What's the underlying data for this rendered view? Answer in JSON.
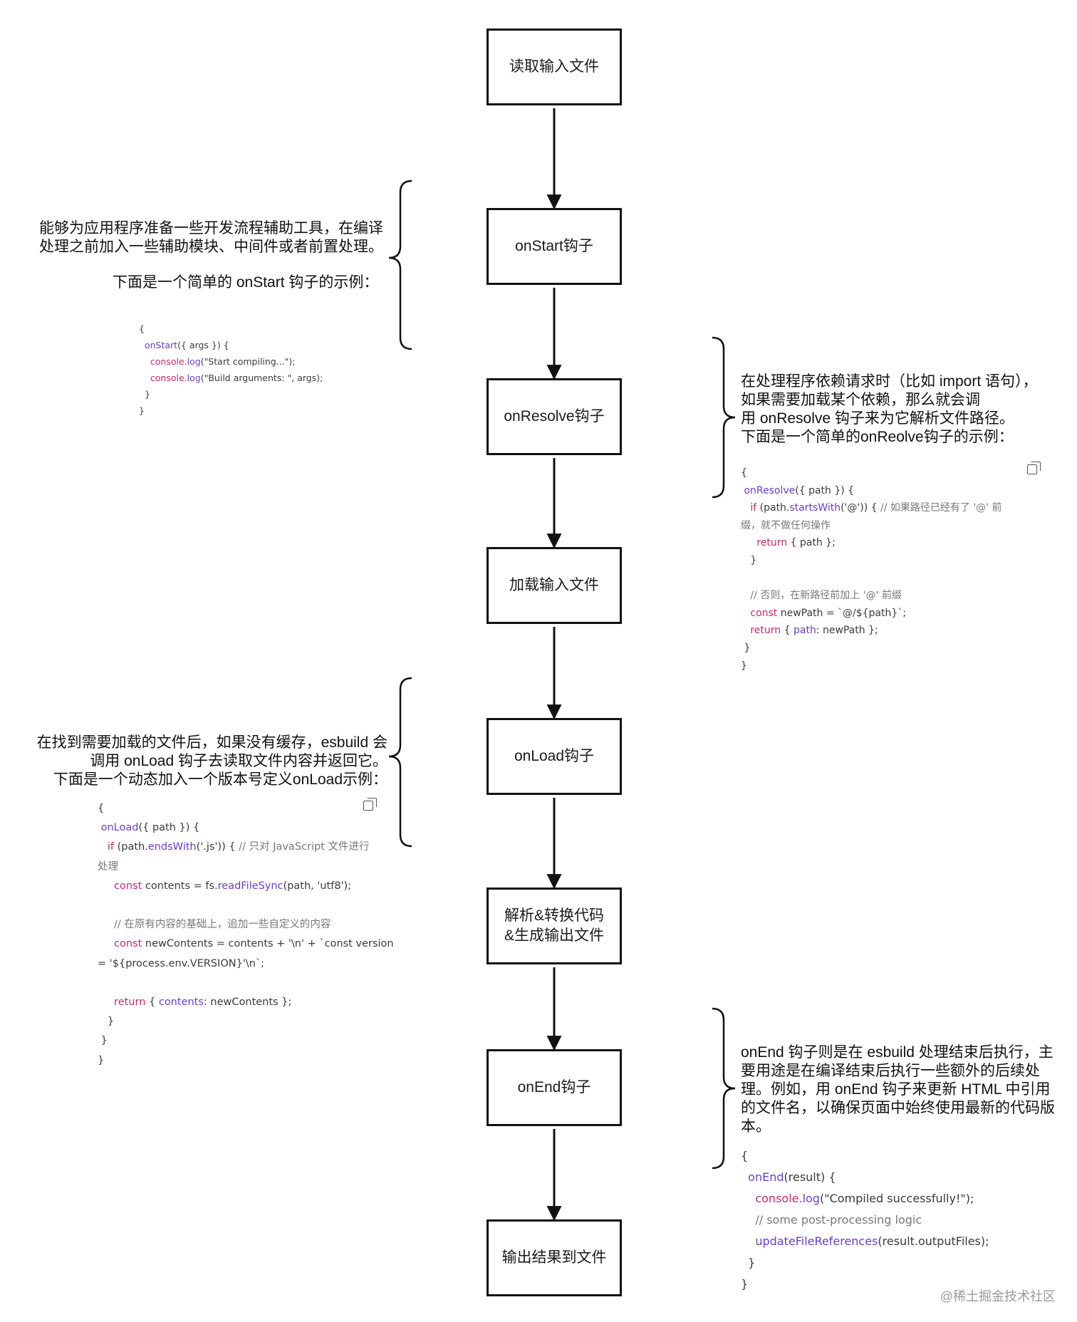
{
  "flow": [
    {
      "id": "read-input",
      "label": "读取输入文件"
    },
    {
      "id": "on-start",
      "label": "onStart钩子"
    },
    {
      "id": "on-resolve",
      "label": "onResolve钩子"
    },
    {
      "id": "load-input",
      "label": "加载输入文件"
    },
    {
      "id": "on-load",
      "label": "onLoad钩子"
    },
    {
      "id": "parse-transform",
      "label": "解析&转换代码\n&生成输出文件"
    },
    {
      "id": "on-end",
      "label": "onEnd钩子"
    },
    {
      "id": "write-output",
      "label": "输出结果到文件"
    }
  ],
  "notes": {
    "onstart": {
      "text": "能够为应用程序准备一些开发流程辅助工具，在编译\n处理之前加入一些辅助模块、中间件或者前置处理。",
      "subtext": "下面是一个简单的 onStart 钩子的示例：",
      "code": [
        [
          {
            "t": "{"
          }
        ],
        [
          {
            "t": "  "
          },
          {
            "t": "onStart",
            "c": "fn"
          },
          {
            "t": "({ args }) {"
          }
        ],
        [
          {
            "t": "    "
          },
          {
            "t": "console",
            "c": "kw"
          },
          {
            "t": ".log",
            "c": "fn"
          },
          {
            "t": "(\"Start compiling...\");"
          }
        ],
        [
          {
            "t": "    "
          },
          {
            "t": "console",
            "c": "kw"
          },
          {
            "t": ".log",
            "c": "fn"
          },
          {
            "t": "(\"Build arguments: \", args);"
          }
        ],
        [
          {
            "t": "  }"
          }
        ],
        [
          {
            "t": "}"
          }
        ]
      ]
    },
    "onresolve": {
      "text": "在处理程序依赖请求时（比如 import 语句），\n如果需要加载某个依赖，那么就会调\n用 onResolve 钩子来为它解析文件路径。\n下面是一个简单的onReolve钩子的示例：",
      "code": [
        [
          {
            "t": "{"
          }
        ],
        [
          {
            "t": " "
          },
          {
            "t": "onResolve",
            "c": "fn"
          },
          {
            "t": "({ path }) {"
          }
        ],
        [
          {
            "t": "   "
          },
          {
            "t": "if",
            "c": "kw"
          },
          {
            "t": " (path."
          },
          {
            "t": "startsWith",
            "c": "fn"
          },
          {
            "t": "('@')) { "
          },
          {
            "t": "// 如果路径已经有了 '@' 前",
            "c": "cm"
          }
        ],
        [
          {
            "t": "缀，就不做任何操作",
            "c": "cm"
          }
        ],
        [
          {
            "t": "     "
          },
          {
            "t": "return",
            "c": "kw"
          },
          {
            "t": " { path };"
          }
        ],
        [
          {
            "t": "   }"
          }
        ],
        [
          {
            "t": ""
          }
        ],
        [
          {
            "t": "   "
          },
          {
            "t": "// 否则，在新路径前加上 '@' 前缀",
            "c": "cm"
          }
        ],
        [
          {
            "t": "   "
          },
          {
            "t": "const",
            "c": "kw"
          },
          {
            "t": " newPath = `@/${path}`;"
          }
        ],
        [
          {
            "t": "   "
          },
          {
            "t": "return",
            "c": "kw"
          },
          {
            "t": " { "
          },
          {
            "t": "path",
            "c": "fn"
          },
          {
            "t": ": newPath };"
          }
        ],
        [
          {
            "t": " }"
          }
        ],
        [
          {
            "t": "}"
          }
        ]
      ]
    },
    "onload": {
      "text": "在找到需要加载的文件后，如果没有缓存，esbuild 会\n调用 onLoad 钩子去读取文件内容并返回它。\n下面是一个动态加入一个版本号定义onLoad示例：",
      "code": [
        [
          {
            "t": "{"
          }
        ],
        [
          {
            "t": " "
          },
          {
            "t": "onLoad",
            "c": "fn"
          },
          {
            "t": "({ path }) {"
          }
        ],
        [
          {
            "t": "   "
          },
          {
            "t": "if",
            "c": "kw"
          },
          {
            "t": " (path."
          },
          {
            "t": "endsWith",
            "c": "fn"
          },
          {
            "t": "('.js')) { "
          },
          {
            "t": "// 只对 JavaScript 文件进行",
            "c": "cm"
          }
        ],
        [
          {
            "t": "处理",
            "c": "cm"
          }
        ],
        [
          {
            "t": "     "
          },
          {
            "t": "const",
            "c": "kw"
          },
          {
            "t": " contents = fs."
          },
          {
            "t": "readFileSync",
            "c": "fn"
          },
          {
            "t": "(path, 'utf8');"
          }
        ],
        [
          {
            "t": ""
          }
        ],
        [
          {
            "t": "     "
          },
          {
            "t": "// 在原有内容的基础上，追加一些自定义的内容",
            "c": "cm"
          }
        ],
        [
          {
            "t": "     "
          },
          {
            "t": "const",
            "c": "kw"
          },
          {
            "t": " newContents = contents + '\\n' + `const version"
          }
        ],
        [
          {
            "t": "= '${process.env.VERSION}'\\n`;"
          }
        ],
        [
          {
            "t": ""
          }
        ],
        [
          {
            "t": "     "
          },
          {
            "t": "return",
            "c": "kw"
          },
          {
            "t": " { "
          },
          {
            "t": "contents",
            "c": "fn"
          },
          {
            "t": ": newContents };"
          }
        ],
        [
          {
            "t": "   }"
          }
        ],
        [
          {
            "t": " }"
          }
        ],
        [
          {
            "t": "}"
          }
        ]
      ]
    },
    "onend": {
      "text": "onEnd 钩子则是在 esbuild 处理结束后执行，主\n要用途是在编译结束后执行一些额外的后续处\n理。例如，用 onEnd 钩子来更新 HTML 中引用\n的文件名，以确保页面中始终使用最新的代码版\n本。",
      "code": [
        [
          {
            "t": "{"
          }
        ],
        [
          {
            "t": "  "
          },
          {
            "t": "onEnd",
            "c": "fn"
          },
          {
            "t": "(result) {"
          }
        ],
        [
          {
            "t": "    "
          },
          {
            "t": "console",
            "c": "kw"
          },
          {
            "t": ".log",
            "c": "fn"
          },
          {
            "t": "(\"Compiled successfully!\");"
          }
        ],
        [
          {
            "t": "    "
          },
          {
            "t": "// some post-processing logic",
            "c": "cm"
          }
        ],
        [
          {
            "t": "    "
          },
          {
            "t": "updateFileReferences",
            "c": "fn"
          },
          {
            "t": "(result.outputFiles);"
          }
        ],
        [
          {
            "t": "  }"
          }
        ],
        [
          {
            "t": "}"
          }
        ]
      ]
    }
  },
  "watermark": "@稀土掘金技术社区",
  "colors": {
    "keyword": "#c02b6e",
    "function": "#6b3fc4",
    "comment": "#777777",
    "line": "#111111"
  }
}
